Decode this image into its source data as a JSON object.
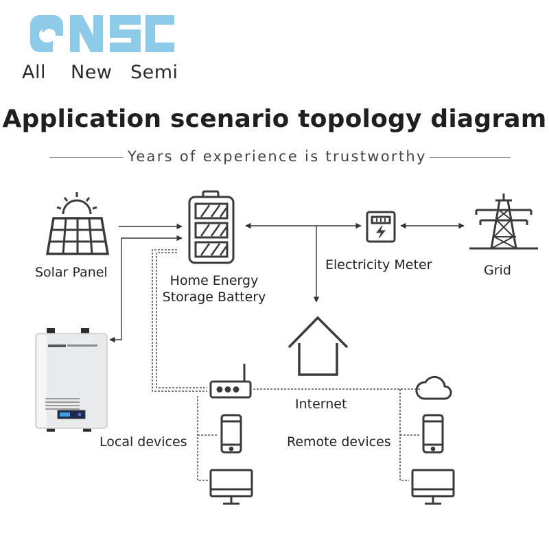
{
  "logo": {
    "text": "ANSC",
    "words": [
      "All",
      "New",
      "Semi"
    ],
    "color": "#8ecbe8"
  },
  "title": "Application scenario topology diagram",
  "subtitle": "Years of experience is trustworthy",
  "nodes": {
    "solar_panel": "Solar Panel",
    "battery_line1": "Home Energy",
    "battery_line2": "Storage Battery",
    "electricity_meter": "Electricity Meter",
    "grid": "Grid",
    "internet": "Internet",
    "local_devices": "Local devices",
    "remote_devices": "Remote devices"
  },
  "colors": {
    "line": "#333333",
    "icon": "#3a3a3a"
  }
}
